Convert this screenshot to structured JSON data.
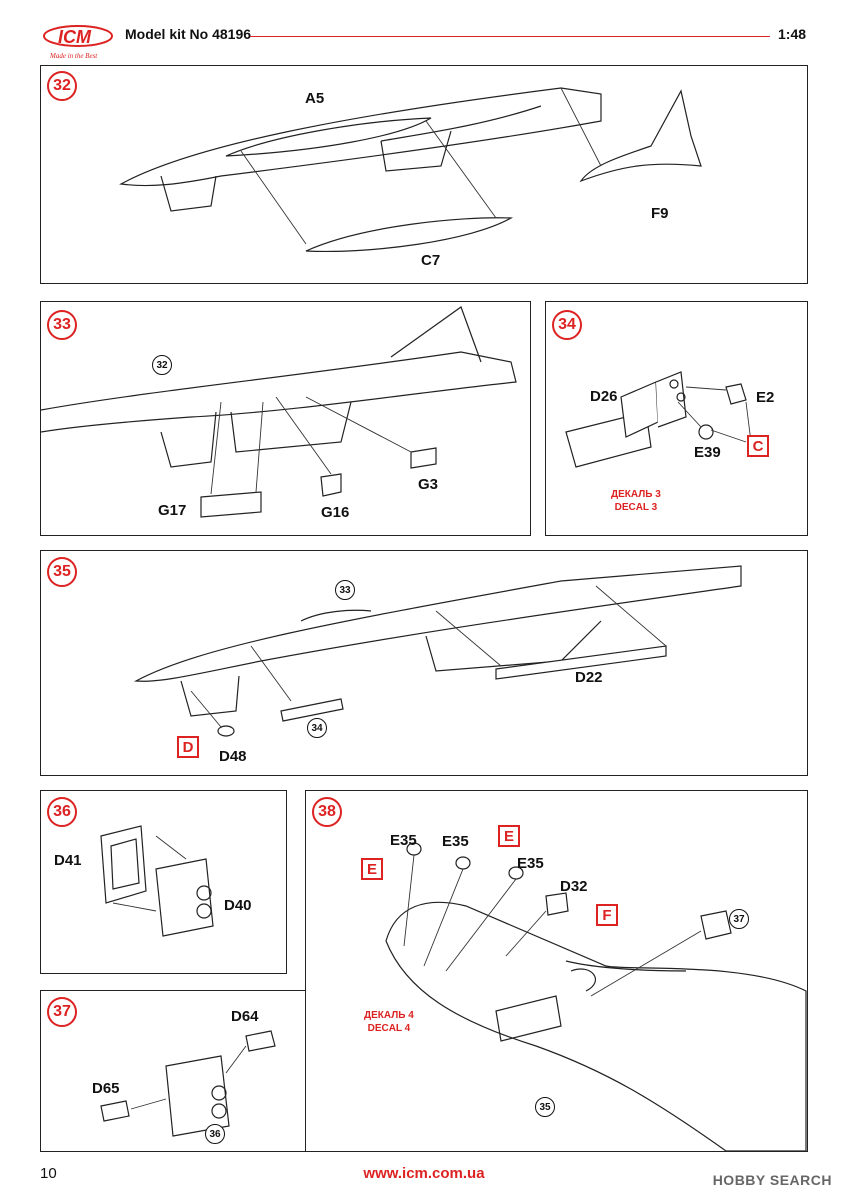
{
  "header": {
    "logo_text": "ICM",
    "logo_tagline": "Made in the Best",
    "model": "Model kit No 48196",
    "scale": "1:48",
    "accent": "#dd2222"
  },
  "steps": {
    "s32": {
      "num": "32",
      "parts": {
        "a5": "A5",
        "c7": "C7",
        "f9": "F9"
      }
    },
    "s33": {
      "num": "33",
      "ref": "32",
      "parts": {
        "g17": "G17",
        "g16": "G16",
        "g3": "G3"
      }
    },
    "s34": {
      "num": "34",
      "parts": {
        "d26": "D26",
        "e2": "E2",
        "e39": "E39",
        "c_box": "C"
      },
      "decal": {
        "ru": "ДЕКАЛЬ 3",
        "en": "DECAL 3"
      }
    },
    "s35": {
      "num": "35",
      "ref": "33",
      "ref2": "34",
      "parts": {
        "d22": "D22",
        "d48": "D48",
        "d_box": "D"
      }
    },
    "s36": {
      "num": "36",
      "parts": {
        "d41": "D41",
        "d40": "D40"
      }
    },
    "s37": {
      "num": "37",
      "ref": "36",
      "parts": {
        "d64": "D64",
        "d65": "D65"
      }
    },
    "s38": {
      "num": "38",
      "ref": "37",
      "ref2": "35",
      "parts": {
        "e35a": "E35",
        "e35b": "E35",
        "e35c": "E35",
        "d32": "D32",
        "e_box1": "E",
        "e_box2": "E",
        "f_box": "F"
      },
      "decal": {
        "ru": "ДЕКАЛЬ 4",
        "en": "DECAL 4"
      }
    }
  },
  "footer": {
    "page": "10",
    "url": "www.icm.com.ua",
    "watermark_brand": "HOBBY SEARCH"
  }
}
